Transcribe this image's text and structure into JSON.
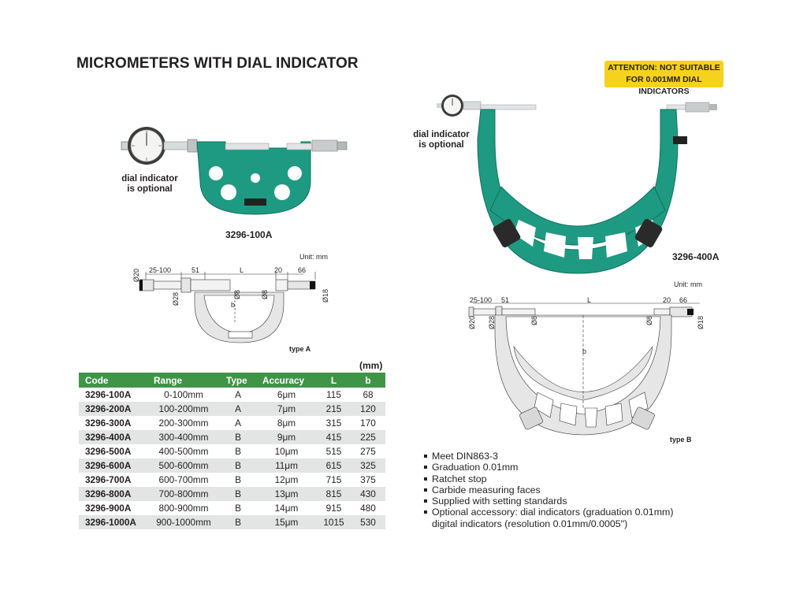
{
  "title": "MICROMETERS WITH DIAL INDICATOR",
  "attention": [
    "ATTENTION: NOT SUITABLE",
    "FOR 0.001MM DIAL INDICATORS"
  ],
  "photo_small": {
    "caption": [
      "dial indicator",
      "is optional"
    ],
    "model": "3296-100A"
  },
  "photo_large": {
    "caption": [
      "dial indicator",
      "is optional"
    ],
    "model": "3296-400A"
  },
  "drawing_a": {
    "unit": "Unit: mm",
    "type": "type A",
    "dims": {
      "d1": "25-100",
      "d2": "51",
      "d3": "L",
      "d4": "20",
      "d5": "66",
      "dia20": "Ø20",
      "dia28": "Ø28",
      "dia8a": "Ø8",
      "dia8b": "Ø8",
      "dia18": "Ø18",
      "b": "b"
    }
  },
  "drawing_b": {
    "unit": "Unit: mm",
    "type": "type B",
    "dims": {
      "d1": "25-100",
      "d2": "51",
      "d3": "L",
      "d4": "20",
      "d5": "66",
      "dia20": "Ø20",
      "dia28": "Ø28",
      "dia8a": "Ø8",
      "dia8b": "Ø8",
      "dia18": "Ø18",
      "b": "b"
    }
  },
  "table": {
    "unit": "(mm)",
    "headers": [
      "Code",
      "Range",
      "Type",
      "Accuracy",
      "L",
      "b"
    ],
    "rows": [
      [
        "3296-100A",
        "0-100mm",
        "A",
        "6μm",
        "115",
        "68"
      ],
      [
        "3296-200A",
        "100-200mm",
        "A",
        "7μm",
        "215",
        "120"
      ],
      [
        "3296-300A",
        "200-300mm",
        "A",
        "8μm",
        "315",
        "170"
      ],
      [
        "3296-400A",
        "300-400mm",
        "B",
        "9μm",
        "415",
        "225"
      ],
      [
        "3296-500A",
        "400-500mm",
        "B",
        "10μm",
        "515",
        "275"
      ],
      [
        "3296-600A",
        "500-600mm",
        "B",
        "11μm",
        "615",
        "325"
      ],
      [
        "3296-700A",
        "600-700mm",
        "B",
        "12μm",
        "715",
        "375"
      ],
      [
        "3296-800A",
        "700-800mm",
        "B",
        "13μm",
        "815",
        "430"
      ],
      [
        "3296-900A",
        "800-900mm",
        "B",
        "14μm",
        "915",
        "480"
      ],
      [
        "3296-1000A",
        "900-1000mm",
        "B",
        "15μm",
        "1015",
        "530"
      ]
    ]
  },
  "features": [
    "Meet DIN863-3",
    "Graduation 0.01mm",
    "Ratchet stop",
    "Carbide measuring faces",
    "Supplied with setting standards",
    "Optional accessory: dial indicators (graduation 0.01mm)"
  ],
  "features_continuation": "digital indicators (resolution 0.01mm/0.0005\")",
  "colors": {
    "frame_green": "#1f9a82",
    "table_header": "#3f9447",
    "attention_bg": "#f6d21c",
    "row_alt": "#e3e4e4"
  }
}
